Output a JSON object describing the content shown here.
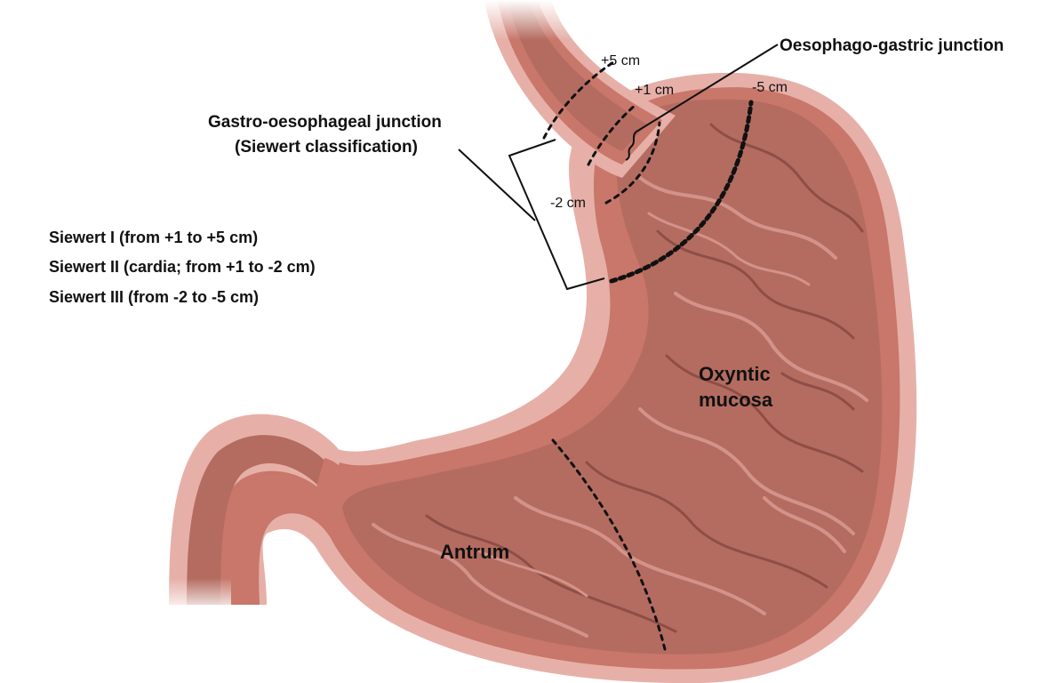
{
  "labels": {
    "oesophago_gastric_junction": "Oesophago-gastric junction",
    "gej_title_line1": "Gastro-oesophageal junction",
    "gej_title_line2": "(Siewert classification)",
    "cm_plus5": "+5 cm",
    "cm_plus1": "+1 cm",
    "cm_minus5": "-5 cm",
    "cm_minus2": "-2 cm",
    "oxyntic_line1": "Oxyntic",
    "oxyntic_line2": "mucosa",
    "antrum": "Antrum"
  },
  "siewert": [
    "Siewert I (from +1 to +5 cm)",
    "Siewert II (cardia; from +1 to -2 cm)",
    "Siewert III (from -2 to -5 cm)"
  ],
  "colors": {
    "outer_wall": "#e6b0a8",
    "muscle_wall": "#c8776a",
    "mucosa": "#b46c60",
    "fold_light": "#d3928a",
    "fold_dark": "#8e4e46",
    "text": "#111111"
  }
}
